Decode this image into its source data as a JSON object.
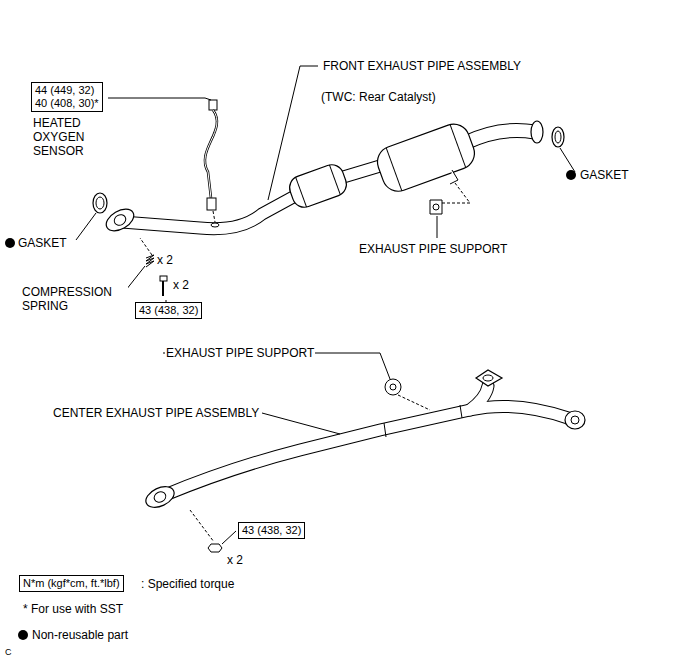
{
  "diagram": {
    "nodes": [
      {
        "text": [
          "44 (449, 32)",
          "40 (408, 30)*"
        ]
      },
      {
        "text": [
          "43 (438, 32)"
        ]
      },
      {
        "text": [
          "43 (438, 32)"
        ]
      },
      {
        "text": [
          "N*m (kgf*cm, ft.*lbf)"
        ]
      }
    ],
    "labels": [
      "FRONT EXHAUST PIPE ASSEMBLY",
      "(TWC: Rear Catalyst)",
      "HEATED OXYGEN SENSOR",
      "GASKET",
      "GASKET",
      "EXHAUST PIPE SUPPORT",
      "x 2",
      "COMPRESSION SPRING",
      "x 2",
      "EXHAUST PIPE SUPPORT",
      "CENTER EXHAUST PIPE ASSEMBLY",
      "x 2",
      ": Specified torque",
      "* For use with SST",
      "C"
    ],
    "legend": [
      {
        "text": "Non-reusable part"
      }
    ]
  }
}
